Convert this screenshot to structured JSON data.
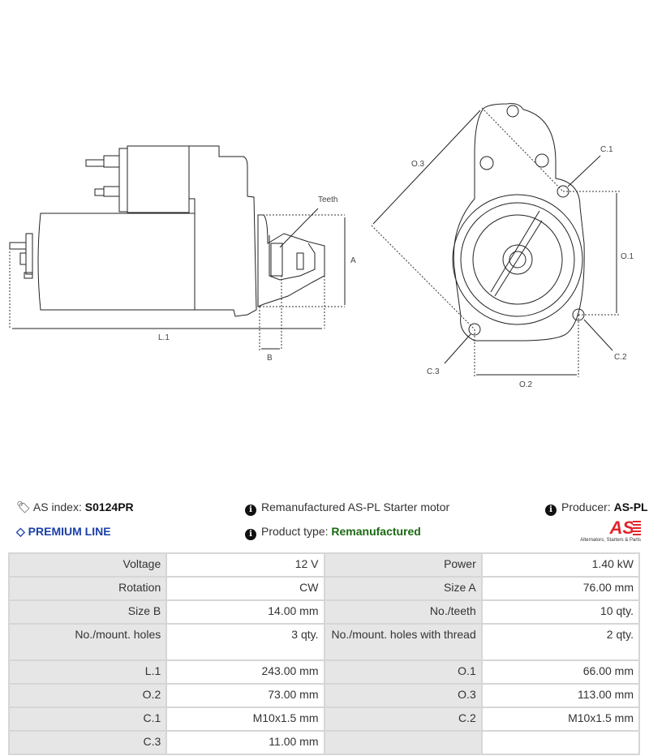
{
  "drawing": {
    "labels": {
      "teeth": "Teeth",
      "a": "A",
      "l1": "L.1",
      "b": "B",
      "o3": "O.3",
      "c1": "C.1",
      "o1": "O.1",
      "c2": "C.2",
      "c3": "C.3",
      "o2": "O.2"
    }
  },
  "info": {
    "as_index_label": "AS index:",
    "as_index_value": "S0124PR",
    "description": "Remanufactured AS-PL Starter motor",
    "producer_label": "Producer:",
    "producer_value": "AS-PL",
    "premium": "PREMIUM LINE",
    "product_type_label": "Product type:",
    "product_type_value": "Remanufactured",
    "logo_text": "AS",
    "logo_tagline": "Alternators, Starters & Parts"
  },
  "icons": {
    "tag": "tags-icon",
    "premium": "diamond-icon",
    "info": "info-circle-icon"
  },
  "colors": {
    "premium": "#1a3fa8",
    "product_type": "#1b6a12",
    "logo": "#e3242b"
  },
  "specs": [
    [
      {
        "label": "Voltage",
        "value": "12 V"
      },
      {
        "label": "Power",
        "value": "1.40 kW"
      }
    ],
    [
      {
        "label": "Rotation",
        "value": "CW"
      },
      {
        "label": "Size A",
        "value": "76.00 mm"
      }
    ],
    [
      {
        "label": "Size B",
        "value": "14.00 mm"
      },
      {
        "label": "No./teeth",
        "value": "10 qty."
      }
    ],
    [
      {
        "label": "No./mount. holes",
        "value": "3 qty."
      },
      {
        "label": "No./mount. holes with thread",
        "value": "2 qty."
      }
    ],
    [
      {
        "label": "L.1",
        "value": "243.00 mm"
      },
      {
        "label": "O.1",
        "value": "66.00 mm"
      }
    ],
    [
      {
        "label": "O.2",
        "value": "73.00 mm"
      },
      {
        "label": "O.3",
        "value": "113.00 mm"
      }
    ],
    [
      {
        "label": "C.1",
        "value": "M10x1.5 mm"
      },
      {
        "label": "C.2",
        "value": "M10x1.5 mm"
      }
    ],
    [
      {
        "label": "C.3",
        "value": "11.00 mm"
      },
      {
        "label": "",
        "value": ""
      }
    ]
  ]
}
